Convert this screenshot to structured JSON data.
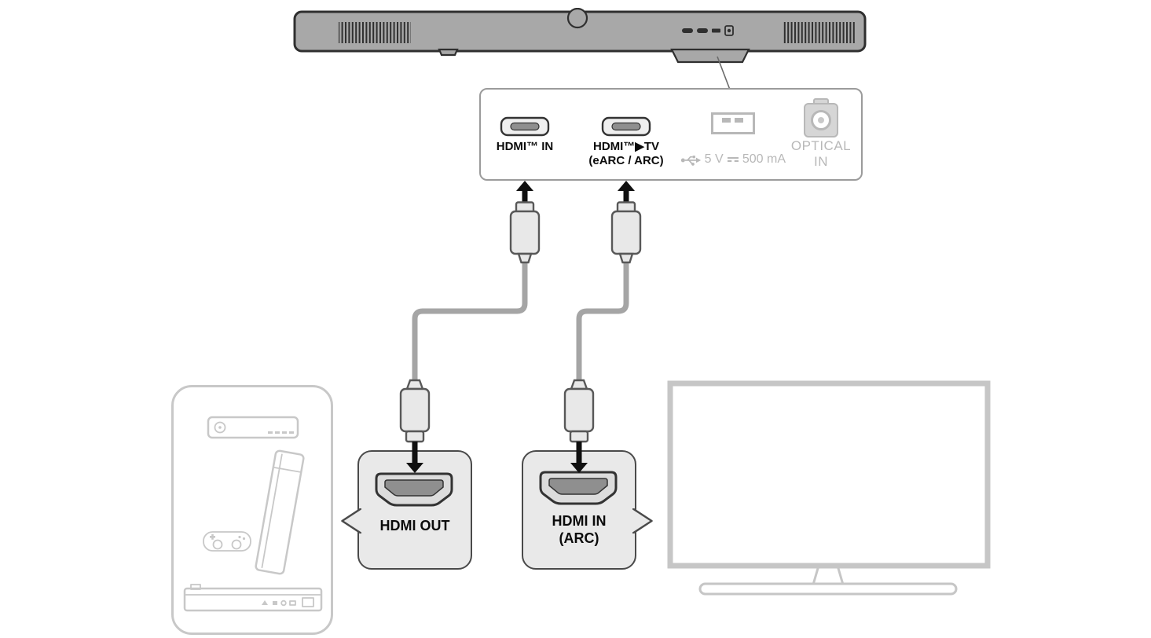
{
  "colors": {
    "bar-fill": "#a8a8a8",
    "bar-stroke": "#2f2f2f",
    "panel-border": "#9b9b9b",
    "inactive": "#b8b8b8",
    "optical-fill": "#d6d6d6",
    "cable": "#a5a5a5",
    "plug-fill": "#e8e8e8",
    "plug-stroke": "#585858",
    "callout-fill": "#e9e9e9",
    "callout-border": "#4a4a4a",
    "port-fill": "#dcdcdc",
    "port-slot": "#8f8f8f",
    "port-stroke": "#333333",
    "device-stroke": "#c8c8c8",
    "tv-stroke": "#c6c6c6",
    "arrow": "#101010"
  },
  "soundbar_panel": {
    "hdmi_in_label": "HDMI™ IN",
    "hdmi_tv_label": "HDMI™▶TV",
    "hdmi_tv_sublabel": "(eARC / ARC)",
    "usb_voltage": "5 V",
    "usb_current": "500 mA",
    "optical_line1": "OPTICAL",
    "optical_line2": "IN"
  },
  "callouts": {
    "hdmi_out_label": "HDMI OUT",
    "hdmi_in_arc_line1": "HDMI IN",
    "hdmi_in_arc_line2": "(ARC)"
  }
}
